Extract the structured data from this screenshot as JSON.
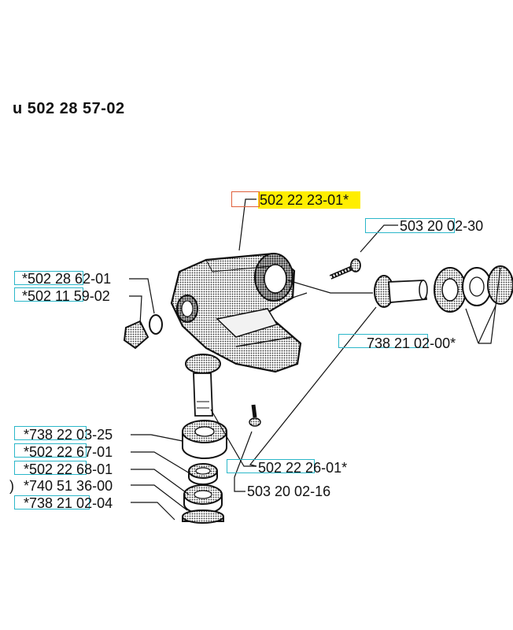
{
  "header": {
    "title": "u 502 28 57-02"
  },
  "labels": {
    "main_housing": "502 22 23-01*",
    "screw_top": "503 20 02-30",
    "plug": "*502 28 62-01",
    "oring": "*502 11 59-02",
    "bevel_assembly": "738 21 02-00*",
    "bearing_738_22": "*738 22 03-25",
    "washer_67": "*502 22 67-01",
    "washer_68": "*502 22 68-01",
    "seal_740": "*740 51 36-00",
    "bearing_738_21": "*738 21 02-04",
    "gear_26": "502 22 26-01*",
    "screw_small": "503 20 02-16"
  },
  "colors": {
    "highlight": "#ffee00",
    "highlight_box": "#e0603c",
    "label_box": "#2bb7c9",
    "ink": "#111111"
  }
}
